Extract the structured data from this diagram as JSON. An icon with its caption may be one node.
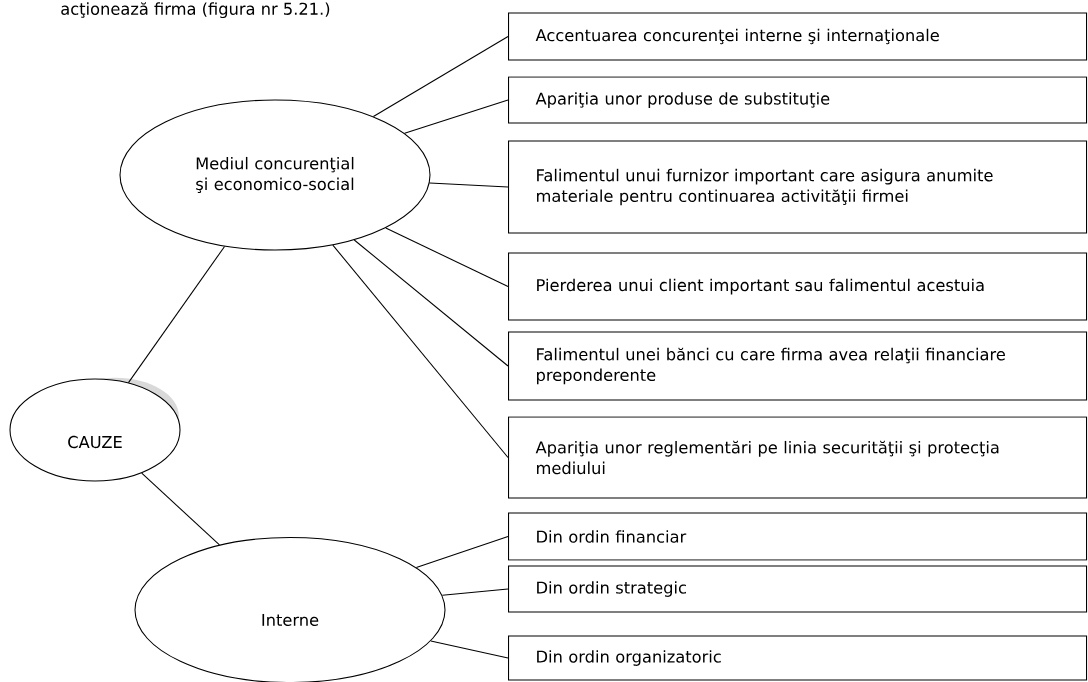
{
  "diagram": {
    "nodes": [
      {
        "text": [
          "CAUZE"
        ]
      },
      {
        "text": [
          "Mediul concurenţial şi economico-social"
        ]
      },
      {
        "text": [
          "Interne"
        ]
      },
      {
        "text": [
          "Accentuarea concurenţei interne şi internaţionale"
        ]
      },
      {
        "text": [
          "Apariţia unor produse de substituţie"
        ]
      },
      {
        "text": [
          "Falimentul unui furnizor important care asigura anumite materiale pentru continuarea activităţii firmei"
        ]
      },
      {
        "text": [
          "Pierderea unui client important sau falimentul acestuia"
        ]
      },
      {
        "text": [
          "Falimentul unei bănci cu care firma avea relaţii financiare preponderente"
        ]
      },
      {
        "text": [
          "Apariţia unor reglementări pe linia securităţii şi protecţia mediului"
        ]
      },
      {
        "text": [
          "Din ordin financiar"
        ]
      },
      {
        "text": [
          "Din ordin strategic"
        ]
      },
      {
        "text": [
          "Din ordin organizatoric"
        ]
      }
    ],
    "edges": [
      {
        "from": 0,
        "to": 1,
        "arrow": "none"
      },
      {
        "from": 0,
        "to": 2,
        "arrow": "none"
      },
      {
        "from": 1,
        "to": 3,
        "arrow": "none"
      },
      {
        "from": 1,
        "to": 4,
        "arrow": "none"
      },
      {
        "from": 1,
        "to": 5,
        "arrow": "none"
      },
      {
        "from": 1,
        "to": 6,
        "arrow": "none"
      },
      {
        "from": 1,
        "to": 7,
        "arrow": "none"
      },
      {
        "from": 1,
        "to": 8,
        "arrow": "none"
      },
      {
        "from": 2,
        "to": 9,
        "arrow": "none"
      },
      {
        "from": 2,
        "to": 10,
        "arrow": "none"
      },
      {
        "from": 2,
        "to": 11,
        "arrow": "none"
      }
    ],
    "labels": [
      "acţionează firma (figura nr 5.21.)"
    ]
  }
}
